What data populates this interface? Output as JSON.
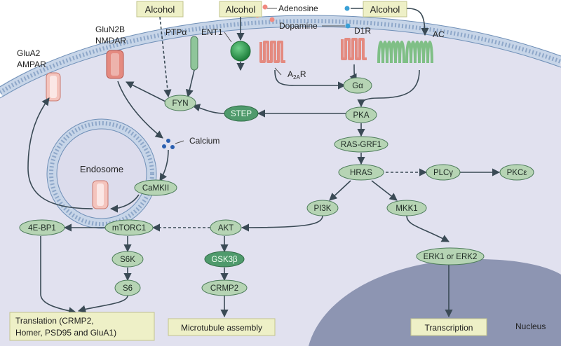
{
  "labels": {
    "alcohol": "Alcohol",
    "adenosine": "Adenosine",
    "dopamine": "Dopamine",
    "ent1": "ENT1",
    "d1r": "D1R",
    "ac": "AC",
    "a2ar_main": "A",
    "a2ar_sub": "2A",
    "a2ar_end": "R",
    "ptpa": "PTPα",
    "glun2b": "GluN2B",
    "nmdar": "NMDAR",
    "glua2": "GluA2",
    "ampar": "AMPAR",
    "endosome": "Endosome",
    "calcium": "Calcium",
    "nucleus": "Nucleus"
  },
  "nodes": {
    "fyn": "FYN",
    "step": "STEP",
    "galpha": "Gα",
    "pka": "PKA",
    "rasgrf1": "RAS-GRF1",
    "hras": "HRAS",
    "plcg": "PLCγ",
    "pkce": "PKCε",
    "pi3k": "PI3K",
    "mkk1": "MKK1",
    "camkii": "CaMKII",
    "akt": "AKT",
    "mtorc1": "mTORC1",
    "fourebp1": "4E-BP1",
    "s6k": "S6K",
    "s6": "S6",
    "gsk3b": "GSK3β",
    "crmp2": "CRMP2",
    "erk": "ERK1 or ERK2"
  },
  "boxes": {
    "translation_line1": "Translation (CRMP2,",
    "translation_line2": "Homer, PSD95 and GluA1)",
    "microtubule": "Microtubule assembly",
    "transcription": "Transcription"
  },
  "colors": {
    "cell": "#e0e0ee",
    "membrane": "#8ea7c9",
    "membrane_head": "#c7d5e8",
    "nucleus": "#8b93b0",
    "node": "#b6d4b4",
    "node_dark": "#4f9a6c",
    "node_stroke": "#4d7c5a",
    "box": "#eef0c7",
    "arrow": "#3a4a55",
    "receptor_green": "#7fbf86",
    "receptor_red": "#e48a80",
    "dopamine_dot": "#3aa0d6",
    "adenosine_dot": "#f08a80",
    "ent1": "#2ba14d"
  }
}
